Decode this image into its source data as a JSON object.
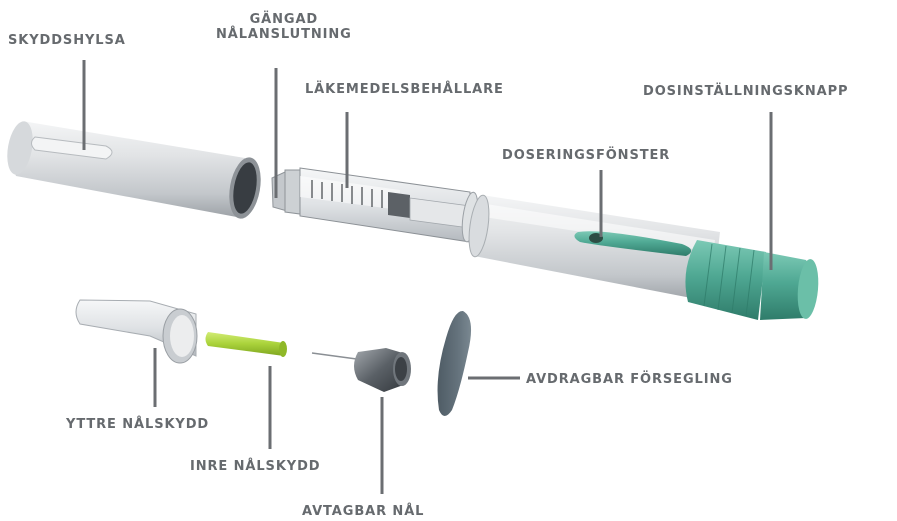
{
  "labels": {
    "cap": "SKYDDSHYLSA",
    "thread_line1": "GÄNGAD",
    "thread_line2": "NÅLANSLUTNING",
    "cartridge": "LÄKEMEDELSBEHÅLLARE",
    "dose_window": "DOSERINGSFÖNSTER",
    "dose_knob": "DOSINSTÄLLNINGSKNAPP",
    "peel_seal": "AVDRAGBAR FÖRSEGLING",
    "outer_cap": "YTTRE NÅLSKYDD",
    "inner_cap": "INRE NÅLSKYDD",
    "needle": "AVTAGBAR NÅL"
  },
  "colors": {
    "accent_teal": "#4fa893",
    "leader_line": "#6b6e72",
    "label_text": "#666a6e",
    "needle_cap_green": "#a9d23a",
    "seal_gray": "#5d6b74"
  }
}
